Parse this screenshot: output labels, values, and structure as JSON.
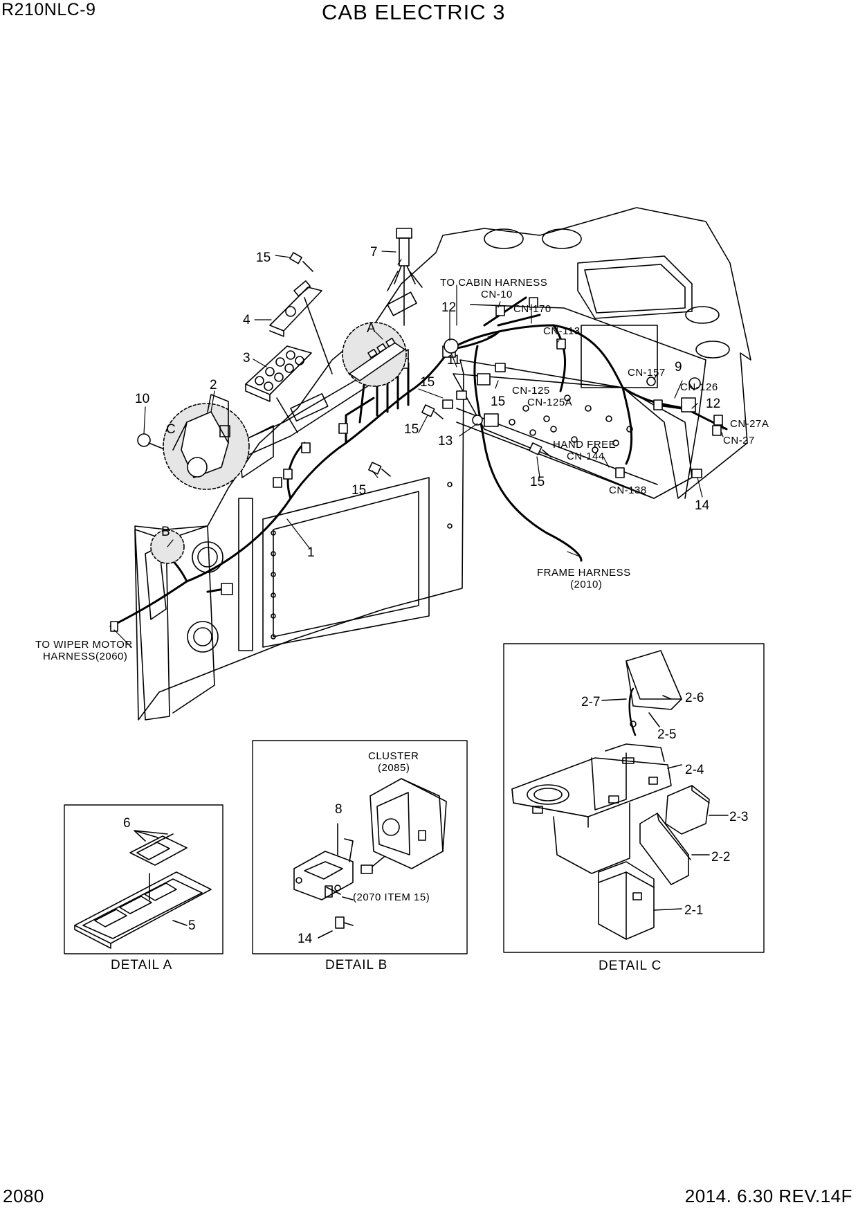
{
  "header": {
    "model": "R210NLC-9",
    "title": "CAB ELECTRIC 3"
  },
  "footer": {
    "page_number": "2080",
    "revision": "2014. 6.30  REV.14F"
  },
  "callouts": {
    "c15": "15",
    "c7": "7",
    "c4": "4",
    "c3": "3",
    "c2": "2",
    "c10": "10",
    "cC": "C",
    "cA": "A",
    "cB": "B",
    "c1": "1",
    "c12": "12",
    "c11": "11",
    "c13": "13",
    "c9": "9",
    "c14": "14",
    "c2_1": "2-1",
    "c2_2": "2-2",
    "c2_3": "2-3",
    "c2_4": "2-4",
    "c2_5": "2-5",
    "c2_6": "2-6",
    "c2_7": "2-7",
    "c5": "5",
    "c6": "6",
    "c8": "8"
  },
  "labels": {
    "to_cabin_harness": "TO CABIN HARNESS",
    "cn10": "CN-10",
    "cn170": "CN-170",
    "cn113": "CN-113",
    "cn157": "CN-157",
    "cn126": "CN-126",
    "cn125": "CN-125",
    "cn125a": "CN-125A",
    "cn27a": "CN-27A",
    "cn27": "CN-27",
    "hand_free": "HAND FREE",
    "cn144": "CN-144",
    "cn138": "CN-138",
    "frame_harness": "FRAME HARNESS",
    "frame_harness_ref": "(2010)",
    "wiper_line1": "TO WIPER MOTOR",
    "wiper_line2": "HARNESS(2060)",
    "cluster": "CLUSTER",
    "cluster_ref": "(2085)",
    "item_ref": "(2070 ITEM 15)"
  },
  "details": {
    "a": "DETAIL  A",
    "b": "DETAIL  B",
    "c": "DETAIL  C"
  }
}
